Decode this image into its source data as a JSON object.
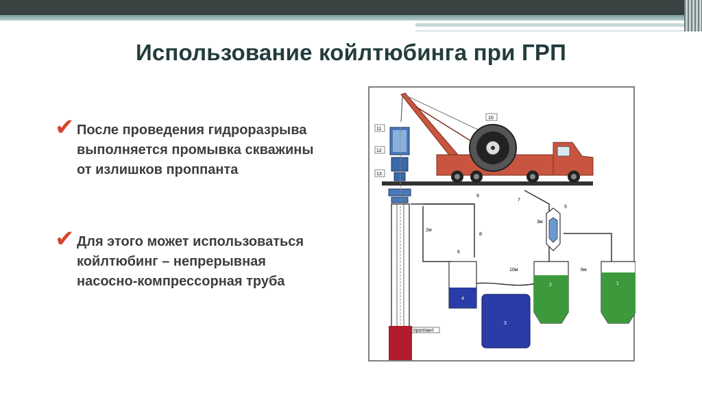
{
  "slide": {
    "title": "Использование койлтюбинга при ГРП"
  },
  "bullets": [
    {
      "lines": [
        "После проведения гидроразрыва",
        "выполняется промывка скважины",
        "от излишков проппанта"
      ]
    },
    {
      "lines": [
        "Для этого может использоваться",
        "койлтюбинг – непрерывная",
        "насосно-компрессорная труба"
      ]
    }
  ],
  "diagram": {
    "labels": {
      "n11": "11",
      "n12": "12",
      "n13": "13",
      "n10": "10",
      "n9": "9",
      "n7": "7",
      "n5": "5",
      "n8": "8",
      "n6": "6",
      "n4": "4",
      "n3": "3",
      "n2": "2",
      "n1": "1",
      "d10m": "10м",
      "d6m": "6м",
      "d2m": "2м",
      "d3m": "3м",
      "proppant": "проппант"
    },
    "colors": {
      "truck": "#c8553f",
      "blue_tank": "#2a3ca8",
      "green_tank": "#3c9a3c",
      "red_bottom": "#b01c2c"
    }
  },
  "icons": {
    "bullet": "checkmark-icon"
  }
}
